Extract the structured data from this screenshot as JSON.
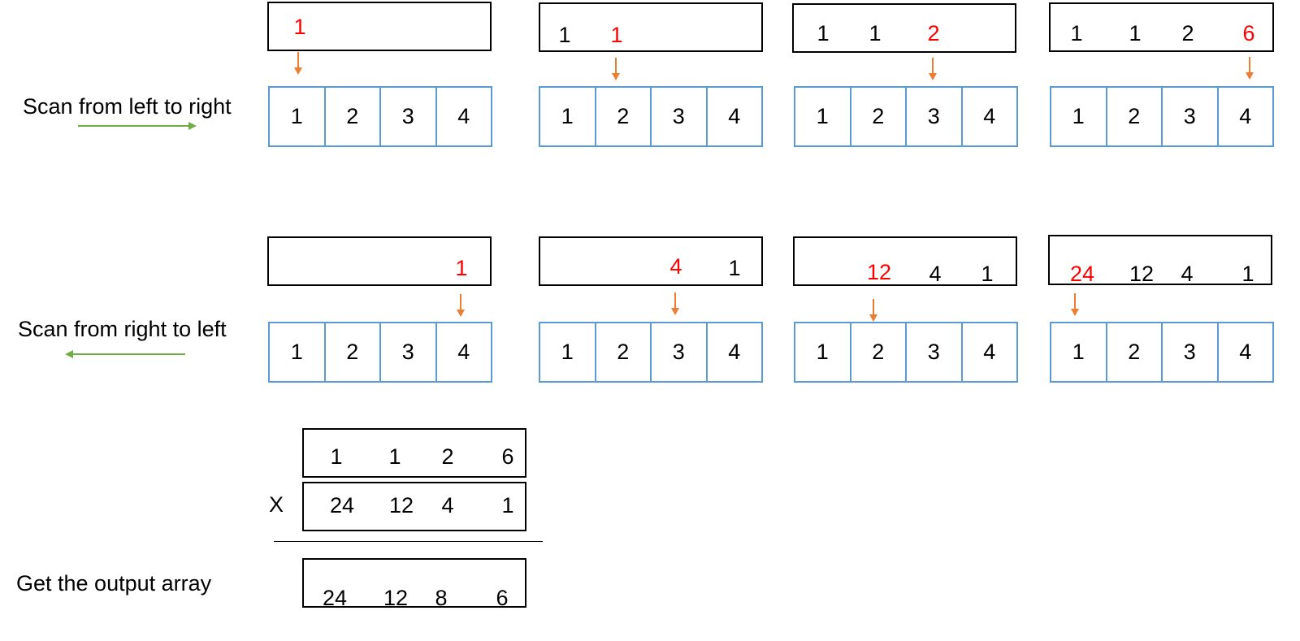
{
  "labels": {
    "scan_left_to_right": "Scan from left to right",
    "scan_right_to_left": "Scan from right to left",
    "get_output": "Get the output array",
    "multiply": "X"
  },
  "input_array": [
    "1",
    "2",
    "3",
    "4"
  ],
  "row1": [
    {
      "black": [],
      "red": "1"
    },
    {
      "black": [
        "1"
      ],
      "red": "1"
    },
    {
      "black": [
        "1",
        "1"
      ],
      "red": "2"
    },
    {
      "black": [
        "1",
        "1",
        "2"
      ],
      "red": "6"
    }
  ],
  "row2": [
    {
      "black": [],
      "red": "1"
    },
    {
      "black": [
        "1"
      ],
      "red": "4"
    },
    {
      "black": [
        "4",
        "1"
      ],
      "red": "12"
    },
    {
      "black": [
        "12",
        "4",
        "1"
      ],
      "red": "24"
    }
  ],
  "left_products": [
    "1",
    "1",
    "2",
    "6"
  ],
  "right_products": [
    "24",
    "12",
    "4",
    "1"
  ],
  "output": [
    "24",
    "12",
    "8",
    "6"
  ],
  "colors": {
    "highlight": "#ff0000",
    "pointer_arrow": "#ed7d31",
    "direction_arrow": "#70ad47",
    "array_border": "#5b9bd5"
  }
}
